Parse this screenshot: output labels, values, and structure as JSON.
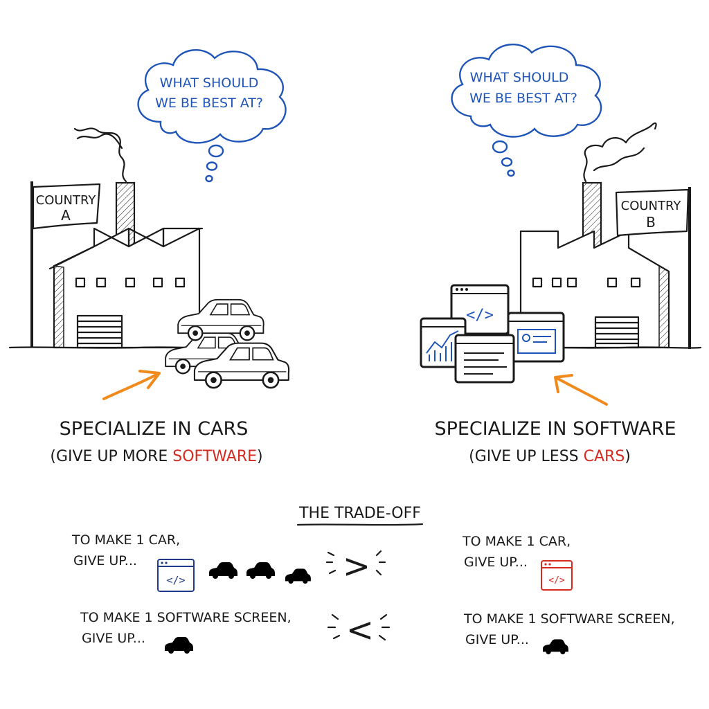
{
  "left": {
    "thought": [
      "WHAT SHOULD",
      "WE BE BEST AT?"
    ],
    "flag": [
      "COUNTRY",
      "A"
    ],
    "caption_main": "SPECIALIZE IN CARS",
    "caption_sub_prefix": "(GIVE UP MORE ",
    "caption_sub_highlight": "SOFTWARE",
    "caption_sub_suffix": ")"
  },
  "right": {
    "thought": [
      "WHAT SHOULD",
      "WE BE BEST AT?"
    ],
    "flag": [
      "COUNTRY",
      "B"
    ],
    "caption_main": "SPECIALIZE IN SOFTWARE",
    "caption_sub_prefix": "(GIVE UP LESS ",
    "caption_sub_highlight": "CARS",
    "caption_sub_suffix": ")"
  },
  "tradeoff": {
    "title": "THE TRADE-OFF",
    "left_car_line1": "TO MAKE 1 CAR,",
    "left_car_line2": "GIVE UP...",
    "left_sw_line1": "TO MAKE 1 SOFTWARE SCREEN,",
    "left_sw_line2": "GIVE UP...",
    "right_car_line1": "TO MAKE 1 CAR,",
    "right_car_line2": "GIVE UP...",
    "right_sw_line1": "TO MAKE 1 SOFTWARE SCREEN,",
    "right_sw_line2": "GIVE UP...",
    "compare_top": ">",
    "compare_bottom": "<",
    "code_glyph": "</>"
  },
  "colors": {
    "ink": "#1a1a1a",
    "thought_blue": "#1f55b8",
    "highlight_red": "#d42a20",
    "arrow_orange": "#f08a1c"
  }
}
